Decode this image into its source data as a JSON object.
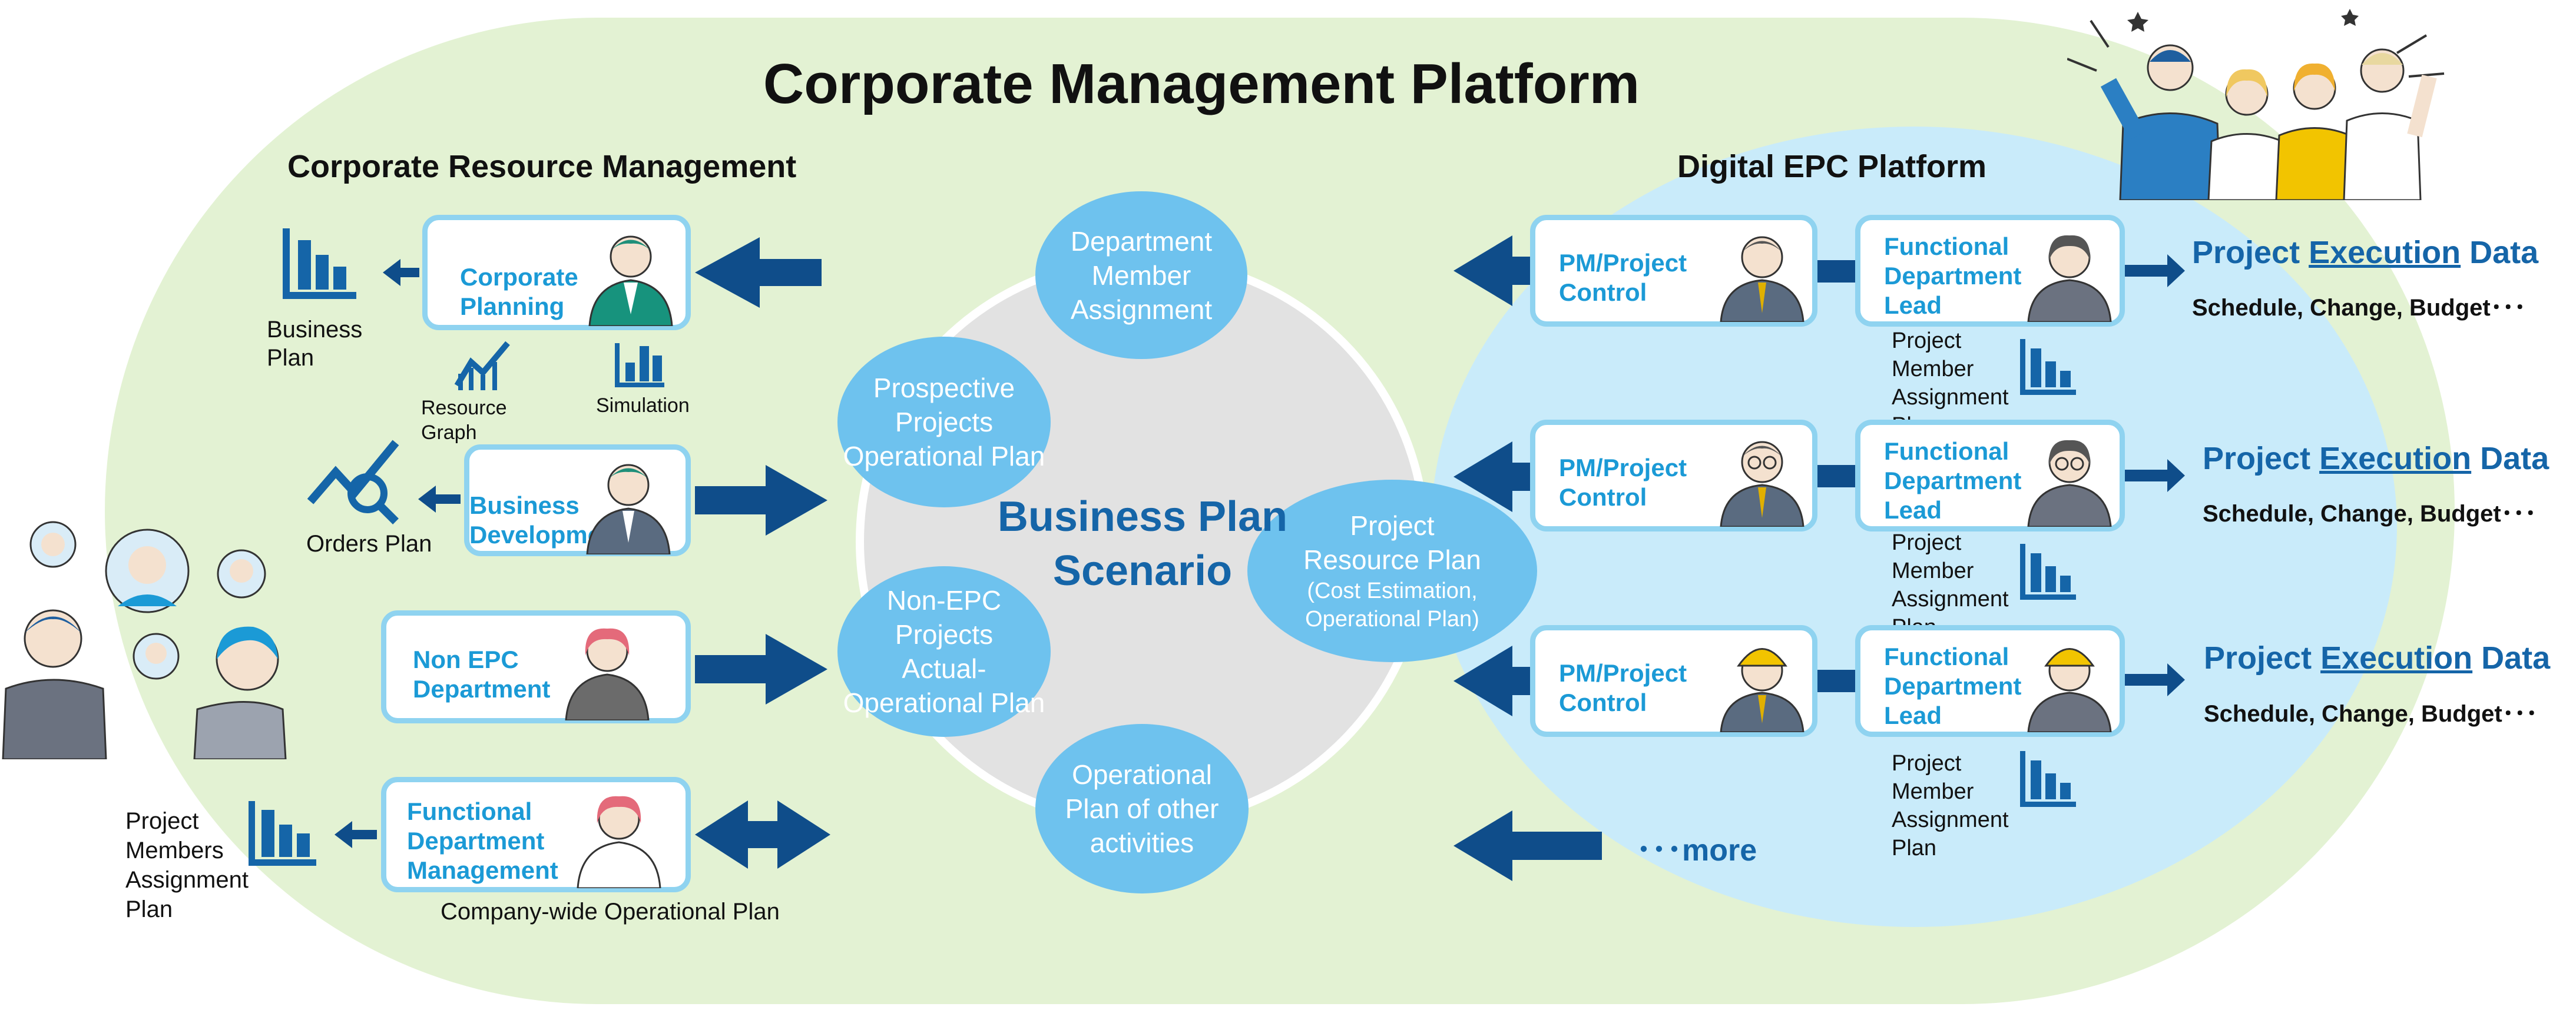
{
  "title": "Corporate Management Platform",
  "left_section": {
    "title": "Corporate Resource Management",
    "cards": [
      {
        "label": "Corporate\nPlanning"
      },
      {
        "label": "Business\nDevelopment"
      },
      {
        "label": "Non EPC\nDepartment"
      },
      {
        "label": "Functional\nDepartment\nManagement"
      }
    ],
    "outputs": {
      "business_plan": "Business\nPlan",
      "resource_graph": "Resource\nGraph",
      "simulation": "Simulation",
      "orders_plan": "Orders Plan",
      "project_members_assignment_plan": "Project\nMembers\nAssignment\nPlan",
      "company_wide_plan": "Company-wide Operational Plan"
    }
  },
  "center": {
    "title": "Business Plan\nScenario",
    "bubbles": [
      {
        "label": "Department\nMember\nAssignment"
      },
      {
        "label": "Prospective\nProjects\nOperational Plan"
      },
      {
        "label": "Non-EPC Projects\nActual-\nOperational Plan"
      },
      {
        "label": "Operational\nPlan of other\nactivities"
      },
      {
        "label": "Project\nResource Plan"
      },
      {
        "label": "(Cost Estimation,\nOperational Plan)"
      }
    ]
  },
  "right_section": {
    "title": "Digital EPC Platform",
    "rows": [
      {
        "pm": "PM/Project\nControl",
        "lead": "Functional\nDepartment\nLead",
        "assign": "Project\nMember\nAssignment\nPlan",
        "data_title_a": "Project ",
        "data_title_b": "Execution",
        "data_title_c": " Data",
        "data_detail": "Schedule, Change, Budget･･･"
      },
      {
        "pm": "PM/Project\nControl",
        "lead": "Functional\nDepartment\nLead",
        "assign": "Project\nMember\nAssignment\nPlan",
        "data_title_a": "Project ",
        "data_title_b": "Execution",
        "data_title_c": " Data",
        "data_detail": "Schedule, Change, Budget･･･"
      },
      {
        "pm": "PM/Project\nControl",
        "lead": "Functional\nDepartment\nLead",
        "assign": "Project\nMember\nAssignment\nPlan",
        "data_title_a": "Project ",
        "data_title_b": "Execution",
        "data_title_c": " Data",
        "data_detail": "Schedule, Change, Budget･･･"
      }
    ],
    "more": "･･･more"
  },
  "colors": {
    "outer_green": "#e3f2d3",
    "right_blue": "#c9ebfa",
    "center_gray": "#e2e2e2",
    "bubble": "#6ec2ee",
    "arrow": "#0f4d8a",
    "card_border": "#8fd3f0",
    "label_blue": "#1b9ad6",
    "data_blue": "#1565a8"
  },
  "icons": [
    "bar-chart-icon",
    "line-graph-icon",
    "magnifier-graph-icon",
    "double-arrow-icon",
    "person-illustration-icon"
  ]
}
